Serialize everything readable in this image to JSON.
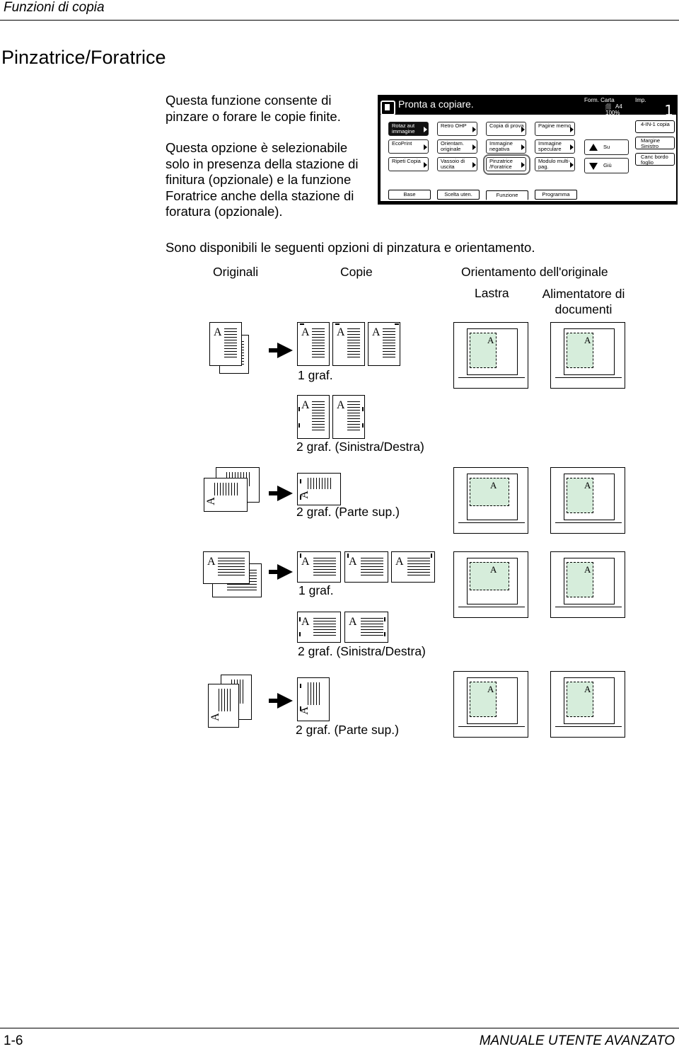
{
  "header": {
    "section": "Funzioni di copia"
  },
  "title": "Pinzatrice/Foratrice",
  "intro": {
    "p1": "Questa funzione consente di pinzare o forare le copie finite.",
    "p2_a": "Questa opzione è selezionabile solo in presenza della stazione di finitura (opzionale) e la funzione ",
    "p2_bold": "Foratrice",
    "p2_b": " anche della stazione di foratura (opzionale)."
  },
  "panel": {
    "status": "Pronta a copiare.",
    "paper_label": "Form. Carta",
    "paper_size": "A4",
    "zoom": "100%",
    "copies_label": "Imp.",
    "copies": "1",
    "buttons": {
      "rotaz": "Rotaz aut immagine",
      "ecoprint": "EcoPrint",
      "ripeti": "Ripeti Copia",
      "retro": "Retro OHP",
      "orient": "Orientam. originale",
      "vassoio": "Vassoio di uscita",
      "copia_prova": "Copia di prova",
      "immagine_neg": "Immagine negativa",
      "pinzatrice": "Pinzatrice /Foratrice",
      "pagine_memo": "Pagine memo",
      "immagine_spec": "Immagine speculare",
      "modulo": "Modulo multi-pag.",
      "su": "Su",
      "giu": "Giù",
      "fourin1": "4-IN-1 copia",
      "margine": "Margine Sinistro",
      "canc": "Canc bordo foglio"
    },
    "tabs": [
      "Base",
      "Scelta uten.",
      "Funzione",
      "Programma"
    ]
  },
  "lead": "Sono disponibili le seguenti opzioni di pinzatura e orientamento.",
  "columns": {
    "originali": "Originali",
    "copie": "Copie",
    "orientamento": "Orientamento dell'originale",
    "lastra": "Lastra",
    "alimentatore": "Alimentatore di documenti"
  },
  "captions": {
    "r1": "1 graf.",
    "r2": "2 graf. (Sinistra/Destra)",
    "r3": "2 graf. (Parte sup.)",
    "r4": "1 graf.",
    "r5": "2 graf. (Sinistra/Destra)",
    "r6": "2 graf. (Parte sup.)"
  },
  "sheet_letter": "A",
  "footer": {
    "page": "1-6",
    "manual": "MANUALE UTENTE AVANZATO"
  }
}
